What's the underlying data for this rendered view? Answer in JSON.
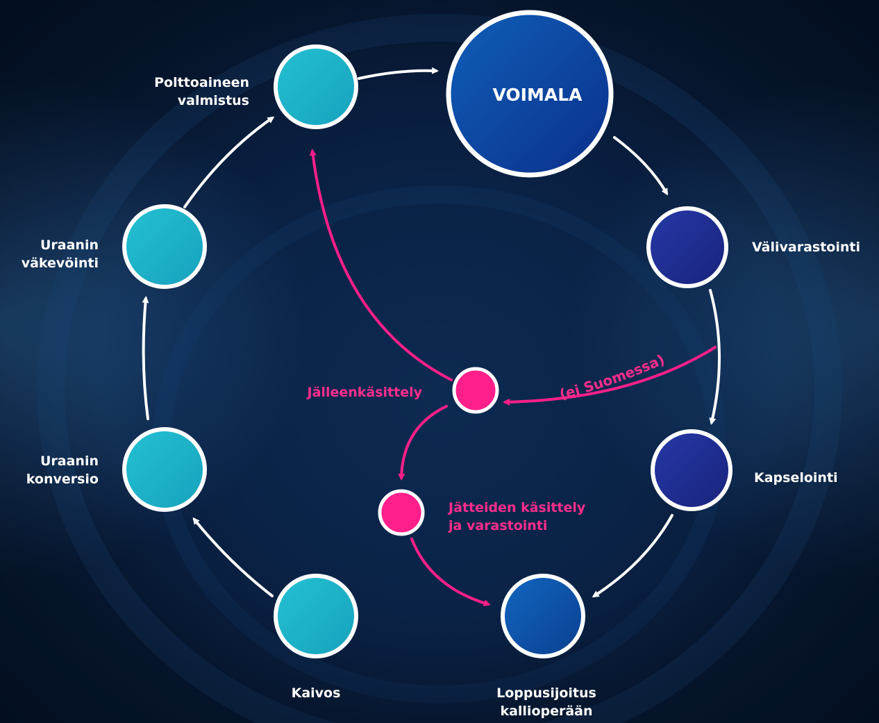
{
  "nodes": {
    "polttoaine": "Polttoaineen\nvalmistus",
    "voimala": "VOIMALA",
    "valivarastointi": "Välivarastointi",
    "rikastus": "Uraanin\nväkevöinti",
    "konversio": "Uraanin\nkonversio",
    "kapselointi": "Kapselointi",
    "kaivos": "Kaivos",
    "loppusijoitus": "Loppusijoitus\nkallioperään",
    "jalleenkasittely": "Jälleenkäsittely",
    "jatteet": "Jätteiden käsittely\nja varastointi"
  },
  "annotation": "(ei Suomessa)",
  "colors": {
    "teal": "#1fb3c8",
    "navy": "#1c2a8c",
    "blue": "#0b4fa0",
    "pink": "#ff1f8a",
    "white": "#ffffff"
  }
}
